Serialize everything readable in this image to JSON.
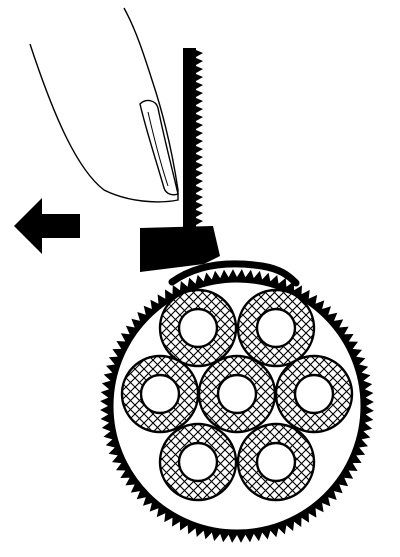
{
  "figure": {
    "subject": "finger-pulled-tab-tightening-toothed-band-around-bundle",
    "colors": {
      "ink": "#000000",
      "paper": "#ffffff"
    },
    "icons": {
      "arrow": "left-arrow-icon",
      "hand": "finger-icon",
      "strap": "serrated-cable-tie-icon"
    },
    "bundle": {
      "cable_count": 7,
      "arrangement": "hexagonal",
      "fill_pattern": "crosshatch"
    },
    "pull_direction": "left"
  }
}
